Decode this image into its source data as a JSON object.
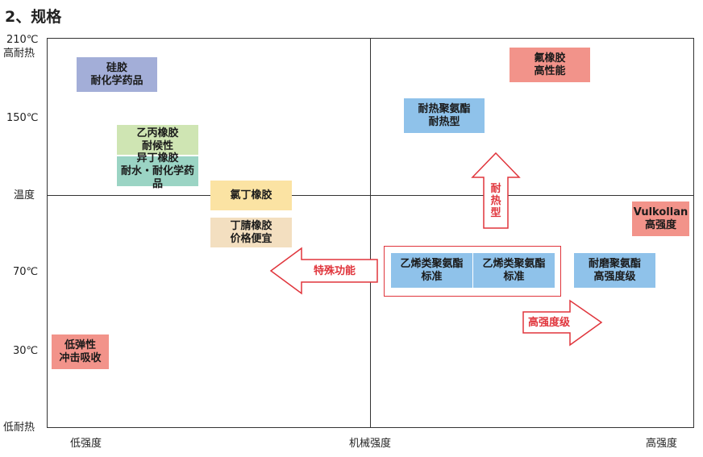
{
  "heading": "2、规格",
  "y_axis": {
    "top_value": "210℃",
    "top_label": "高耐热",
    "tick_150": "150℃",
    "middle_label": "温度",
    "tick_70": "70℃",
    "tick_30": "30℃",
    "bottom_label": "低耐热"
  },
  "x_axis": {
    "left_label": "低强度",
    "middle_label": "机械强度",
    "right_label": "高强度"
  },
  "boxes": {
    "silicone": "硅胶\n耐化学药品",
    "fluoro": "氟橡胶\n高性能",
    "heat_pu": "耐热聚氨酯\n耐热型",
    "epdm": "乙丙橡胶\n耐候性",
    "iir": "异丁橡胶\n耐水・耐化学药品",
    "cr": "氯丁橡胶",
    "nbr": "丁腈橡胶\n价格便宜",
    "vulkollan": "Vulkollan\n高强度",
    "pu_std_1": "乙烯类聚氨酯\n标准",
    "pu_std_2": "乙烯类聚氨酯\n标准",
    "wear_pu": "耐磨聚氨酯\n高强度级",
    "low_elastic": "低弹性\n冲击吸收"
  },
  "arrows": {
    "special": "特殊功能",
    "heat": "耐热型",
    "strength": "高强度级"
  },
  "colors": {
    "blue_purple": "#a3aed8",
    "salmon": "#f2938a",
    "light_blue": "#8fc2ea",
    "light_green": "#cfe5b3",
    "teal": "#9bd4c4",
    "light_yellow": "#fbe3a3",
    "beige": "#f3dfc0",
    "red": "#e0353c"
  }
}
